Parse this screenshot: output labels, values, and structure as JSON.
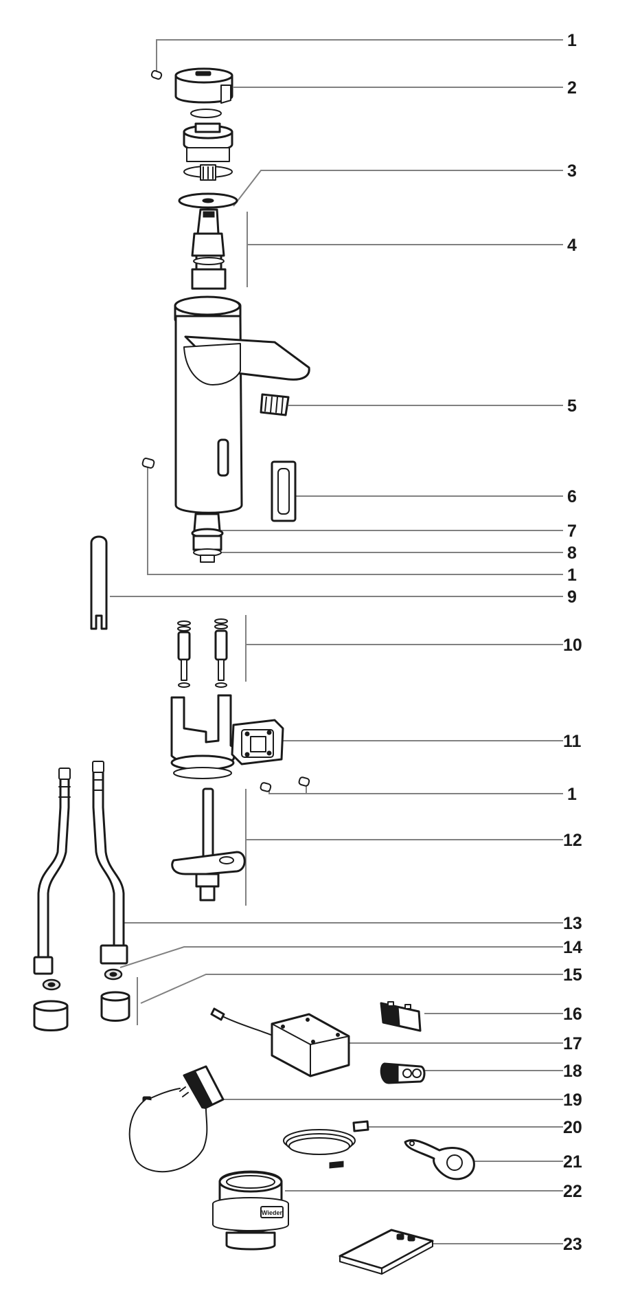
{
  "callouts": [
    {
      "id": "c1a",
      "label": "1"
    },
    {
      "id": "c2",
      "label": "2"
    },
    {
      "id": "c3",
      "label": "3"
    },
    {
      "id": "c4",
      "label": "4"
    },
    {
      "id": "c5",
      "label": "5"
    },
    {
      "id": "c6",
      "label": "6"
    },
    {
      "id": "c7",
      "label": "7"
    },
    {
      "id": "c8",
      "label": "8"
    },
    {
      "id": "c1b",
      "label": "1"
    },
    {
      "id": "c9",
      "label": "9"
    },
    {
      "id": "c10",
      "label": "10"
    },
    {
      "id": "c11",
      "label": "11"
    },
    {
      "id": "c1c",
      "label": "1"
    },
    {
      "id": "c12",
      "label": "12"
    },
    {
      "id": "c13",
      "label": "13"
    },
    {
      "id": "c14",
      "label": "14"
    },
    {
      "id": "c15",
      "label": "15"
    },
    {
      "id": "c16",
      "label": "16"
    },
    {
      "id": "c17",
      "label": "17"
    },
    {
      "id": "c18",
      "label": "18"
    },
    {
      "id": "c19",
      "label": "19"
    },
    {
      "id": "c20",
      "label": "20"
    },
    {
      "id": "c21",
      "label": "21"
    },
    {
      "id": "c22",
      "label": "22"
    },
    {
      "id": "c23",
      "label": "23"
    }
  ],
  "logo_text": "Wieder",
  "colors": {
    "line": "#1a1a1a",
    "leader": "#808080",
    "background": "#ffffff"
  }
}
